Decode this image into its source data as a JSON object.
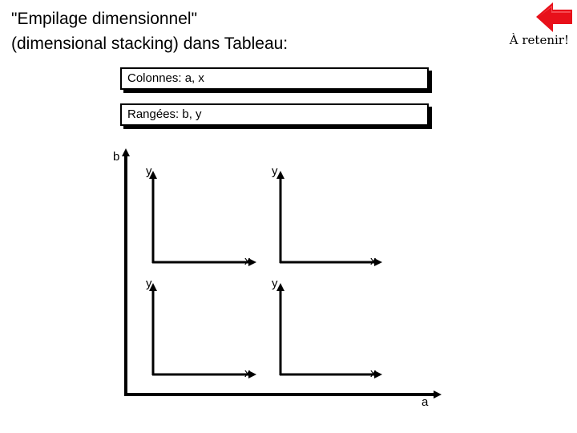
{
  "title": {
    "line1": "\"Empilage dimensionnel\"",
    "line2": "(dimensional stacking) dans Tableau:"
  },
  "reminder": {
    "label": "À retenir!",
    "icon": "left-arrow-icon",
    "color": "#e8101a"
  },
  "boxes": {
    "columns": "Colonnes: a, x",
    "rows": "Rangées: b, y"
  },
  "diagram": {
    "outer_y_label": "b",
    "outer_x_label": "a",
    "cells": [
      {
        "x_label": "x",
        "y_label": "y"
      },
      {
        "x_label": "x",
        "y_label": "y"
      },
      {
        "x_label": "x",
        "y_label": "y"
      },
      {
        "x_label": "x",
        "y_label": "y"
      }
    ]
  }
}
